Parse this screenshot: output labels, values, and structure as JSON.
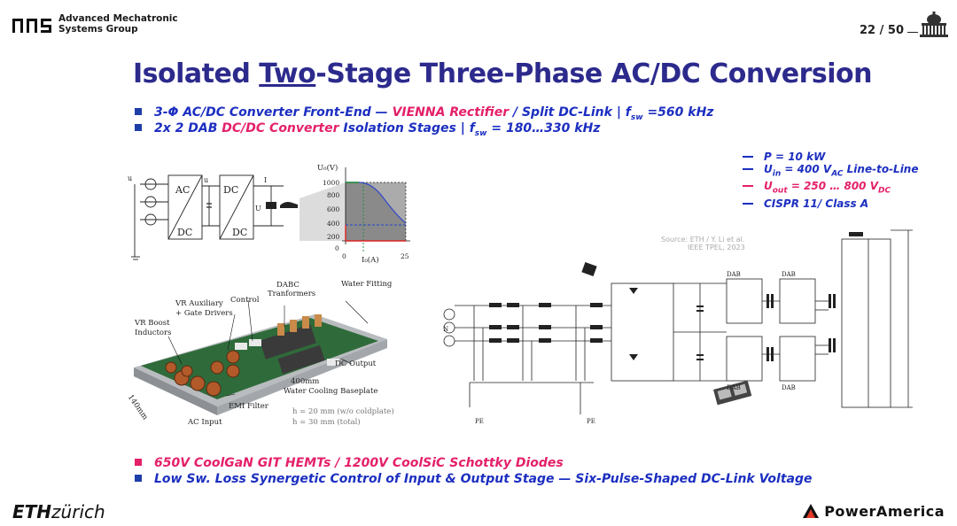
{
  "header": {
    "group_line1": "Advanced Mechatronic",
    "group_line2": "Systems Group",
    "page": "22 / 50"
  },
  "title": {
    "part1": "Isolated ",
    "underlined": "Two",
    "part2": "-Stage Three-Phase AC/DC Conversion"
  },
  "bullets_top": [
    {
      "a": "3-Φ AC/DC Converter Front-End — ",
      "b": "VIENNA Rectifier",
      "c": " / Split DC-Link | f",
      "sub": "sw",
      "d": " =560 kHz"
    },
    {
      "a": "2x 2 DAB ",
      "b": "DC/DC Converter",
      "c": " Isolation Stages | f",
      "sub": "sw",
      "d": " = 180…330 kHz"
    }
  ],
  "specs": [
    {
      "text": "P = 10 kW",
      "color": "#1c2fc0"
    },
    {
      "pre": "U",
      "sub": "in",
      "mid": " = 400 V",
      "sub2": "AC",
      "post": " Line-to-Line",
      "color": "#1c2fc0"
    },
    {
      "pre": "U",
      "sub": "out",
      "mid": " = 250 … 800 V",
      "sub2": "DC",
      "post": "",
      "color": "#e4206a"
    },
    {
      "text": "CISPR 11/ Class A",
      "color": "#1c2fc0"
    }
  ],
  "source": {
    "line1": "Source: ETH / Y. Li et al.",
    "line2": "IEEE TPEL, 2023"
  },
  "block_diagram": {
    "ua": "u",
    "ac": "AC",
    "dc1": "DC",
    "dc2": "DC",
    "dc3": "DC",
    "uxa": "u",
    "io": "I",
    "uo": "U"
  },
  "mini_chart": {
    "ylabel": "U₀(V)",
    "yticks": [
      "1000",
      "800",
      "600",
      "400",
      "200",
      "0"
    ],
    "xticks": [
      "0",
      "25"
    ],
    "xlabel": "I₀(A)"
  },
  "photo_labels": {
    "dabc": "DABC",
    "tranformers": "Tranformers",
    "water_fitting": "Water Fitting",
    "control": "Control",
    "vr_aux": "VR Auxiliary",
    "gate_drivers": "+ Gate Drivers",
    "vr_boost": "VR Boost",
    "inductors": "Inductors",
    "dc_output": "DC Output",
    "size400": "400mm",
    "baseplate": "Water Cooling Baseplate",
    "size140": "140mm",
    "emi": "EMI Filter",
    "ac_input": "AC Input",
    "h1": "h = 20 mm (w/o coldplate)",
    "h2": "h = 30 mm (total)"
  },
  "schematic_labels": {
    "dab1": "DAB",
    "dab2": "DAB",
    "dab3": "DAB",
    "dab4": "DAB",
    "pe1": "PE",
    "pe2": "PE",
    "n": "N"
  },
  "bullets_bottom": [
    {
      "text": "650V CoolGaN GIT HEMTs / 1200V CoolSiC Schottky Diodes",
      "bullet": "#e4206a"
    },
    {
      "text": "Low Sw. Loss Synergetic Control of Input & Output Stage —  Six-Pulse-Shaped DC-Link Voltage",
      "bullet": "#1e3ea8"
    }
  ],
  "footer": {
    "eth": "ETH",
    "zurich": "zürich",
    "power_america": "PowerAmerica"
  },
  "colors": {
    "title": "#2c2a8c",
    "blue": "#1c2fc0",
    "accent": "#e4206a"
  }
}
